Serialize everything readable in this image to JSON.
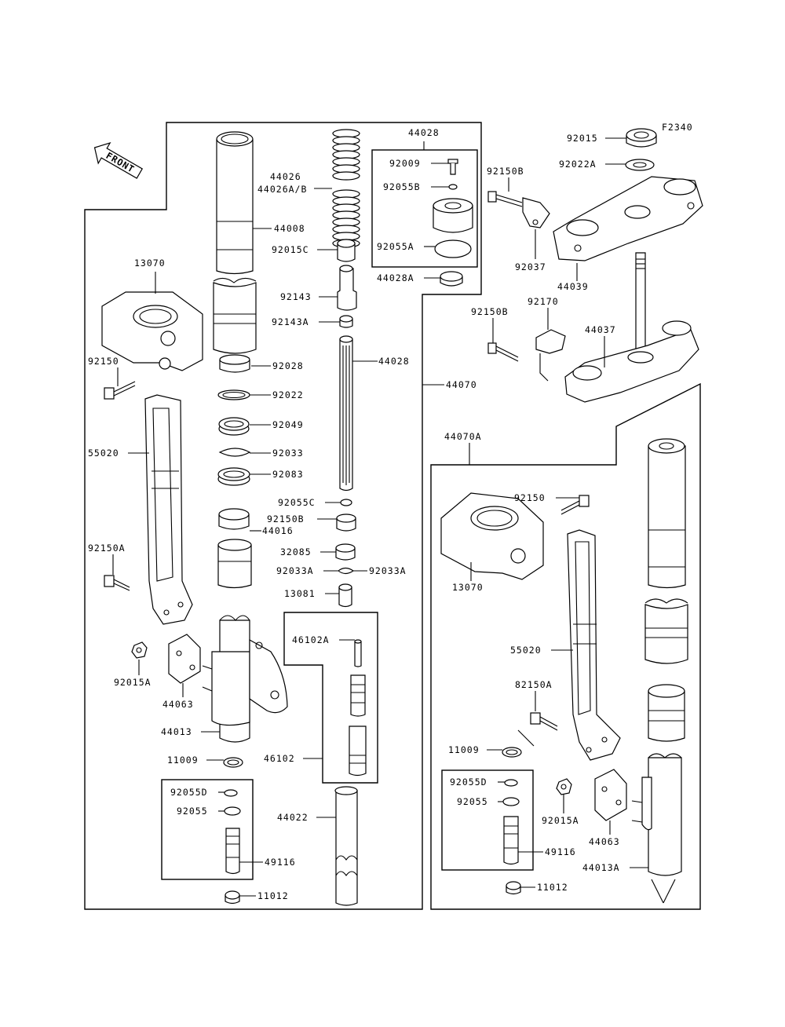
{
  "diagram_code": "F2340",
  "front_label": "FRONT",
  "labels": {
    "p44026": "44026",
    "p44026ab": "44026A/B",
    "p44008": "44008",
    "p92015c": "92015C",
    "p92143": "92143",
    "p92143a": "92143A",
    "p44028_top": "44028",
    "p92009": "92009",
    "p92055b": "92055B",
    "p92055a": "92055A",
    "p44028a": "44028A",
    "p44028_rod": "44028",
    "p13070_l": "13070",
    "p92150_l": "92150",
    "p92028": "92028",
    "p92022": "92022",
    "p92049": "92049",
    "p92033": "92033",
    "p92083": "92083",
    "p55020_l": "55020",
    "p92055c": "92055C",
    "p92150b_mid": "92150B",
    "p44016": "44016",
    "p32085": "32085",
    "p92033a_l": "92033A",
    "p92033a_r": "92033A",
    "p13081": "13081",
    "p92150a_l": "92150A",
    "p46102a": "46102A",
    "p92015a_l": "92015A",
    "p44063_l": "44063",
    "p44013": "44013",
    "p46102": "46102",
    "p11009_l": "11009",
    "p92055d_l": "92055D",
    "p92055_l": "92055",
    "p44022": "44022",
    "p49116_l": "49116",
    "p11012_l": "11012",
    "p44070": "44070",
    "p92015": "92015",
    "p92022a": "92022A",
    "p92150b_top": "92150B",
    "p92037": "92037",
    "p44039": "44039",
    "p92150b_low": "92150B",
    "p92170": "92170",
    "p44037": "44037",
    "p44070a": "44070A",
    "p92150_r": "92150",
    "p13070_r": "13070",
    "p55020_r": "55020",
    "p82150a": "82150A",
    "p11009_r": "11009",
    "p92055d_r": "92055D",
    "p92055_r": "92055",
    "p49116_r": "49116",
    "p92015a_r": "92015A",
    "p44063_r": "44063",
    "p44013a": "44013A",
    "p11012_r": "11012"
  }
}
